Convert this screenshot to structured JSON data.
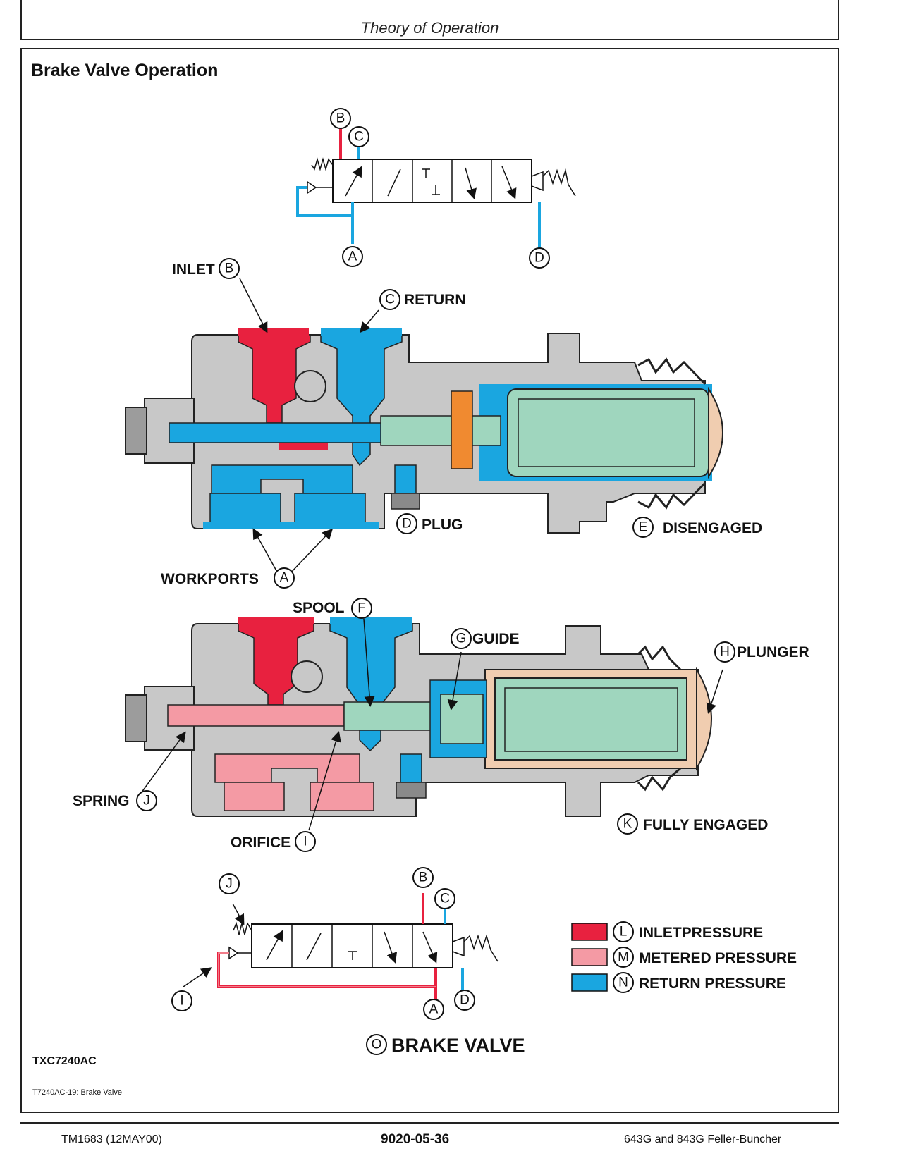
{
  "header": {
    "title": "Theory of Operation"
  },
  "section": {
    "title": "Brake Valve Operation"
  },
  "labels": {
    "inlet": "INLET",
    "return": "RETURN",
    "plug": "PLUG",
    "disengaged": "DISENGAGED",
    "workports": "WORKPORTS",
    "spool": "SPOOL",
    "guide": "GUIDE",
    "plunger": "PLUNGER",
    "spring": "SPRING",
    "orifice": "ORIFICE",
    "fully_engaged": "FULLY ENGAGED",
    "brake_valve": "BRAKE VALVE"
  },
  "callouts": {
    "A": "A",
    "B": "B",
    "C": "C",
    "D": "D",
    "E": "E",
    "F": "F",
    "G": "G",
    "H": "H",
    "I": "I",
    "J": "J",
    "K": "K",
    "L": "L",
    "M": "M",
    "N": "N",
    "O": "O"
  },
  "legend": [
    {
      "letter": "L",
      "label": "INLETPRESSURE",
      "color": "#e8213f"
    },
    {
      "letter": "M",
      "label": "METERED PRESSURE",
      "color": "#f49aa4"
    },
    {
      "letter": "N",
      "label": "RETURN PRESSURE",
      "color": "#1aa6e0"
    }
  ],
  "colors": {
    "inlet": "#e8213f",
    "metered": "#f49aa4",
    "return": "#1aa6e0",
    "body": "#c8c8c8",
    "spool": "#9fd6be",
    "plunger": "#f0cdb0",
    "orange": "#f08a30"
  },
  "figure": {
    "id": "TXC7240AC",
    "caption": "T7240AC-19: Brake Valve"
  },
  "footer": {
    "left": "TM1683 (12MAY00)",
    "center": "9020-05-36",
    "right": "643G and 843G Feller-Buncher"
  }
}
